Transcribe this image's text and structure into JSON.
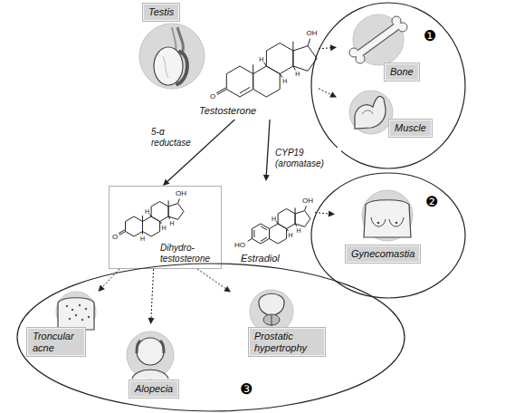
{
  "diagram": {
    "nodes": [
      {
        "text": [
          "Testis"
        ]
      },
      {
        "text": [
          "Testosterone"
        ]
      },
      {
        "text": [
          "❶"
        ]
      },
      {
        "text": [
          "Bone"
        ],
        "in": 2
      },
      {
        "text": [
          "Muscle"
        ],
        "in": 2
      },
      {
        "text": [
          "Dihydro- testosterone"
        ]
      },
      {
        "text": [
          "Estradiol"
        ]
      },
      {
        "text": [
          "❷"
        ]
      },
      {
        "text": [
          "Gynecomastia"
        ],
        "in": 7
      },
      {
        "text": [
          "❸"
        ]
      },
      {
        "text": [
          "Troncular acne"
        ],
        "in": 9
      },
      {
        "text": [
          "Alopecia"
        ],
        "in": 9
      },
      {
        "text": [
          "Prostatic hypertrophy"
        ],
        "in": 9
      }
    ],
    "edges": [
      {
        "from": 1,
        "to": 5,
        "arrow": "to",
        "label": "5-α reductase"
      },
      {
        "from": 1,
        "to": 6,
        "arrow": "to",
        "label": "CYP19 (aromatase)"
      },
      {
        "from": 1,
        "to": 3,
        "arrow": "to"
      },
      {
        "from": 1,
        "to": 4,
        "arrow": "to"
      },
      {
        "from": 6,
        "to": 8,
        "arrow": "to"
      },
      {
        "from": 5,
        "to": 10,
        "arrow": "to"
      },
      {
        "from": 5,
        "to": 11,
        "arrow": "to"
      },
      {
        "from": 5,
        "to": 12,
        "arrow": "to"
      }
    ],
    "labels": [
      "OH",
      "H",
      "H",
      "H",
      "O",
      "OH",
      "H",
      "H",
      "H",
      "H",
      "O",
      "OH",
      "H",
      "H",
      "H",
      "HO"
    ]
  }
}
